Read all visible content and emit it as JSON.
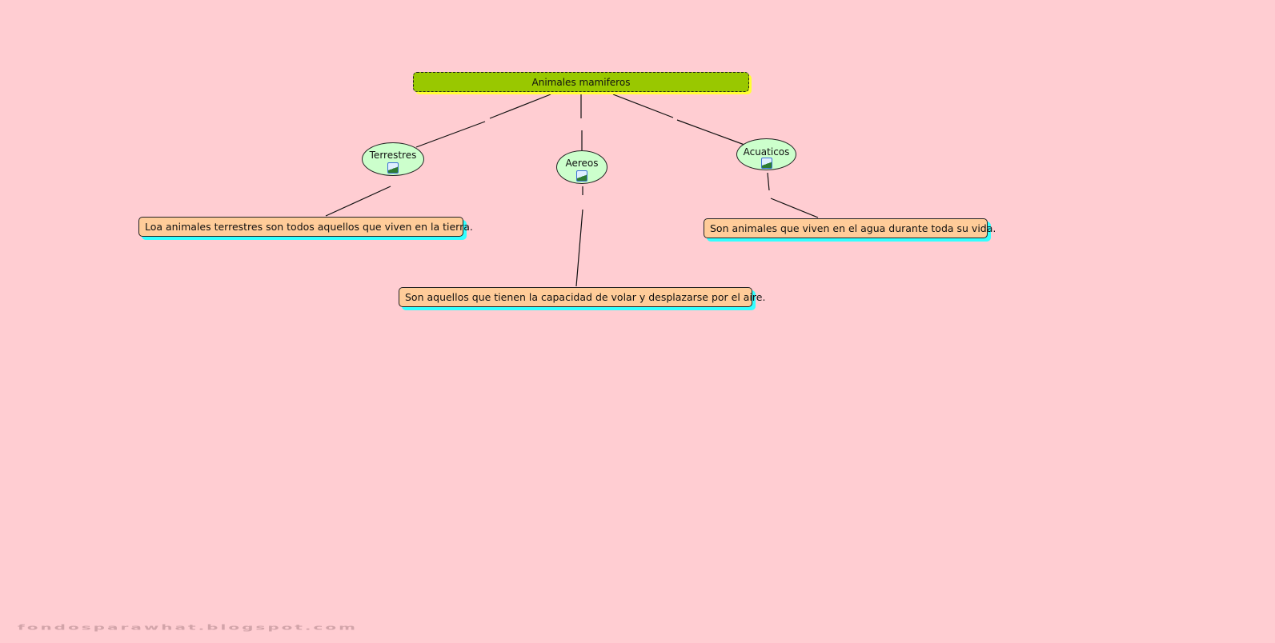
{
  "root": {
    "label": "Animales mamiferos"
  },
  "categories": [
    {
      "label": "Terrestres",
      "description": "Loa animales terrestres son todos aquellos que viven en la tierra.",
      "icon": "image-icon"
    },
    {
      "label": "Aereos",
      "description": "Son aquellos que tienen la capacidad de volar y desplazarse por el aire.",
      "icon": "image-icon"
    },
    {
      "label": "Acuaticos",
      "description": "Son animales que viven en el agua durante toda su vida.",
      "icon": "image-icon"
    }
  ],
  "watermark": "fondosparawhat.blogspot.com",
  "colors": {
    "background": "#ffcdd2",
    "root": "#99c800",
    "concept": "#ccffcc",
    "description": "#ffcc99"
  }
}
